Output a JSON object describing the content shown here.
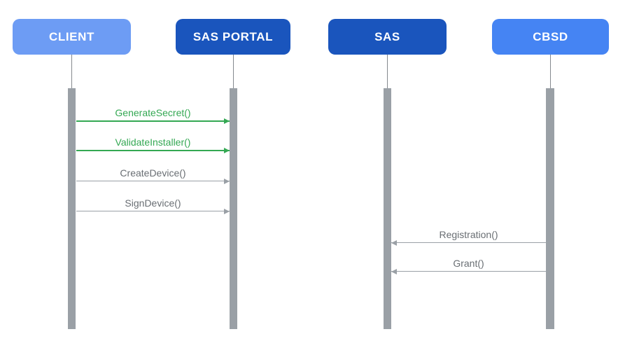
{
  "diagram": {
    "type": "sequence-diagram"
  },
  "actors": [
    {
      "id": "client",
      "label": "CLIENT",
      "color": "#6d9cf4",
      "text_color": "#ffffff"
    },
    {
      "id": "sas-portal",
      "label": "SAS PORTAL",
      "color": "#1a55bd",
      "text_color": "#ffffff"
    },
    {
      "id": "sas",
      "label": "SAS",
      "color": "#1a55bd",
      "text_color": "#ffffff"
    },
    {
      "id": "cbsd",
      "label": "CBSD",
      "color": "#4584f3",
      "text_color": "#ffffff"
    }
  ],
  "messages": [
    {
      "label": "GenerateSecret()",
      "from": "CLIENT",
      "to": "SAS PORTAL",
      "direction": "right",
      "text_color": "#34a853",
      "line_color": "#34a853"
    },
    {
      "label": "ValidateInstaller()",
      "from": "CLIENT",
      "to": "SAS PORTAL",
      "direction": "right",
      "text_color": "#34a853",
      "line_color": "#34a853"
    },
    {
      "label": "CreateDevice()",
      "from": "CLIENT",
      "to": "SAS PORTAL",
      "direction": "right",
      "text_color": "#696e73",
      "line_color": "#9aa0a6"
    },
    {
      "label": "SignDevice()",
      "from": "CLIENT",
      "to": "SAS PORTAL",
      "direction": "right",
      "text_color": "#696e73",
      "line_color": "#9aa0a6"
    },
    {
      "label": "Registration()",
      "from": "CBSD",
      "to": "SAS",
      "direction": "left",
      "text_color": "#696e73",
      "line_color": "#9aa0a6"
    },
    {
      "label": "Grant()",
      "from": "CBSD",
      "to": "SAS",
      "direction": "left",
      "text_color": "#696e73",
      "line_color": "#9aa0a6"
    }
  ],
  "colors": {
    "background": "#ffffff",
    "activation_bar": "#9aa0a6",
    "lifeline_stem": "#85898e"
  }
}
